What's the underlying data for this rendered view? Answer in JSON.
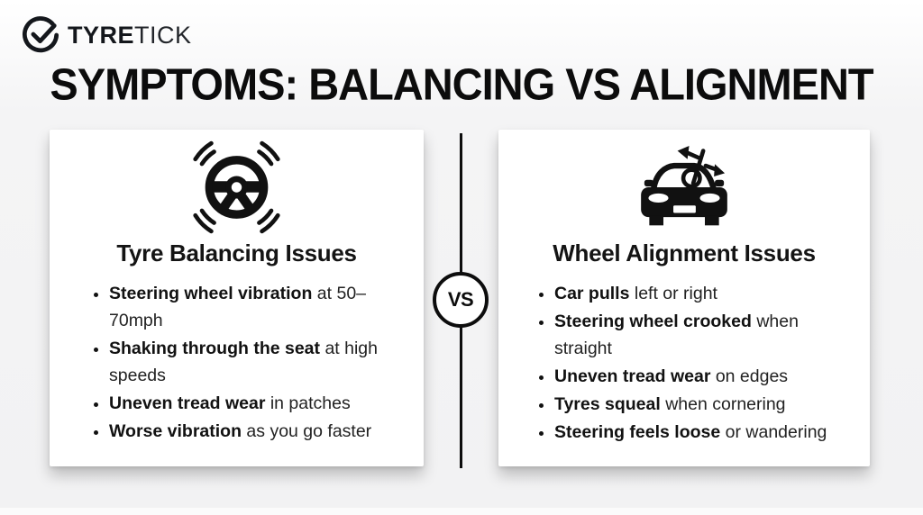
{
  "logo": {
    "icon": "circle-check-icon",
    "brand_bold": "TYRE",
    "brand_light": "TICK"
  },
  "title": "SYMPTOMS: BALANCING VS ALIGNMENT",
  "divider": {
    "vs_label": "VS"
  },
  "cards": [
    {
      "icon": "vibrating-steering-wheel-icon",
      "heading": "Tyre Balancing Issues",
      "bullets": [
        {
          "bold": "Steering wheel vibration",
          "rest": " at 50–70mph"
        },
        {
          "bold": "Shaking through the seat",
          "rest": " at high speeds"
        },
        {
          "bold": "Uneven tread wear",
          "rest": " in patches"
        },
        {
          "bold": "Worse vibration",
          "rest": " as you go faster"
        }
      ]
    },
    {
      "icon": "misaligned-car-icon",
      "heading": "Wheel Alignment Issues",
      "bullets": [
        {
          "bold": "Car pulls",
          "rest": " left or right"
        },
        {
          "bold": "Steering wheel crooked",
          "rest": " when straight"
        },
        {
          "bold": "Uneven tread wear",
          "rest": " on edges"
        },
        {
          "bold": "Tyres squeal",
          "rest": " when cornering"
        },
        {
          "bold": "Steering feels loose",
          "rest": " or wandering"
        }
      ]
    }
  ],
  "colors": {
    "page_bg": "#f2f2f3",
    "card_bg": "#ffffff",
    "ink": "#111111"
  }
}
